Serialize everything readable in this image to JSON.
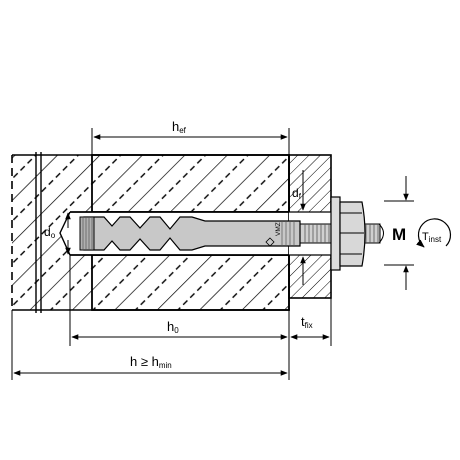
{
  "labels": {
    "hef_main": "h",
    "hef_sub": "ef",
    "df_main": "d",
    "df_sub": "f",
    "do_main": "d",
    "do_sub": "o",
    "h0_main": "h",
    "h0_sub": "0",
    "tfix_main": "t",
    "tfix_sub": "fix",
    "h_main": "h ≥ h",
    "h_sub": "min",
    "moment": "M",
    "tinst_main": "T",
    "tinst_sub": "inst",
    "anchor_mark": "VMZ"
  },
  "colors": {
    "hatch": "#000000",
    "anchor_fill": "#c8c8c8",
    "anchor_dark": "#8a8a8a",
    "line": "#000000"
  }
}
